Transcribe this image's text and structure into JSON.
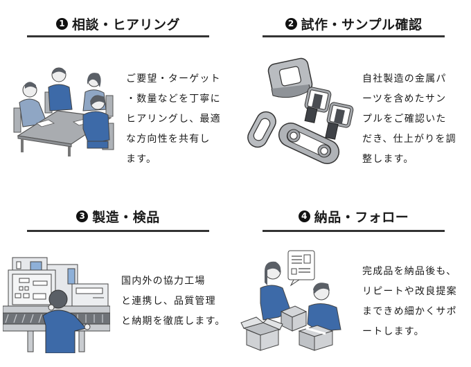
{
  "steps": [
    {
      "number": "1",
      "title": "相談・ヒアリング",
      "illustration": "meeting-illustration",
      "description_lines": [
        "ご要望・ターゲット",
        "・数量などを丁寧に",
        "ヒアリングし、最適",
        "な方向性を共有し",
        "ます。"
      ]
    },
    {
      "number": "2",
      "title": "試作・サンプル確認",
      "illustration": "metal-parts-illustration",
      "description_lines": [
        "自社製造の金属パ",
        "ーツを含めたサン",
        "プルをご確認いた",
        "だき、仕上がりを調",
        "整します。"
      ]
    },
    {
      "number": "3",
      "title": "製造・検品",
      "illustration": "factory-line-illustration",
      "description_lines": [
        "国内外の協力工場",
        "と連携し、品質管理",
        "と納期を徹底します。"
      ]
    },
    {
      "number": "4",
      "title": "納品・フォロー",
      "illustration": "packing-boxes-illustration",
      "description_lines": [
        "完成品を納品後も、",
        "リピートや改良提案",
        "まできめ細かくサポ",
        "ートします。"
      ]
    }
  ],
  "colors": {
    "text": "#1a1a1a",
    "rule": "#333333",
    "badge": "#111111",
    "accent_blue": "#3d6aa8",
    "gray": "#9a9ea3"
  }
}
